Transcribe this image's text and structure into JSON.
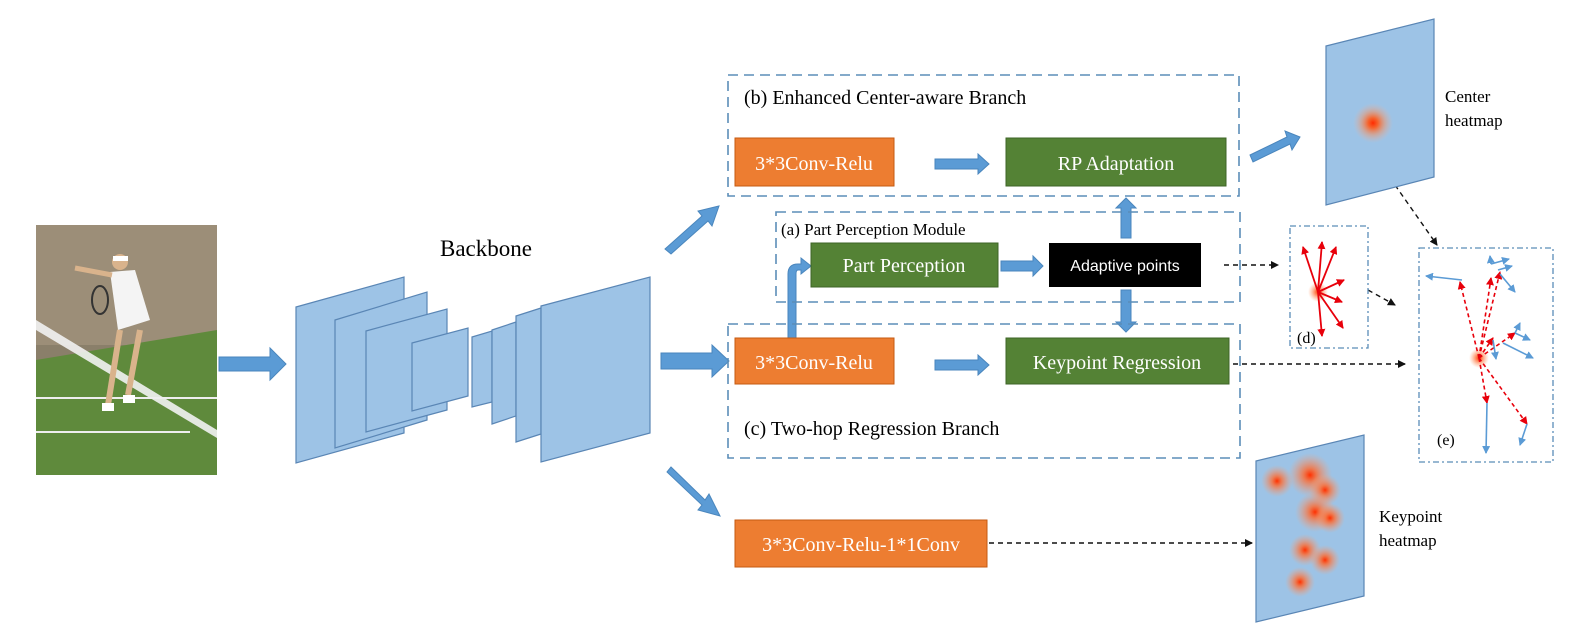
{
  "backbone_label": "Backbone",
  "branches": {
    "center": {
      "title": "(b) Enhanced Center-aware Branch",
      "conv_label": "3*3Conv-Relu",
      "adaptation_label": "RP Adaptation"
    },
    "part": {
      "title": "(a) Part Perception Module",
      "perception_label": "Part Perception",
      "adaptive_label": "Adaptive points"
    },
    "regression": {
      "title": "(c) Two-hop Regression Branch",
      "conv_label": "3*3Conv-Relu",
      "regression_label": "Keypoint Regression"
    },
    "heatmap": {
      "conv_label": "3*3Conv-Relu-1*1Conv"
    }
  },
  "outputs": {
    "center_heatmap": [
      "Center",
      "heatmap"
    ],
    "keypoint_heatmap": [
      "Keypoint",
      "heatmap"
    ]
  },
  "insets": {
    "d_label": "(d)",
    "e_label": "(e)"
  },
  "colors": {
    "orange": "#ED7D31",
    "green": "#548235",
    "blue_arrow": "#5B9BD5",
    "panel_blue": "#9DC3E6",
    "dashed_border": "#5B8DB8",
    "red": "#E8000B"
  }
}
